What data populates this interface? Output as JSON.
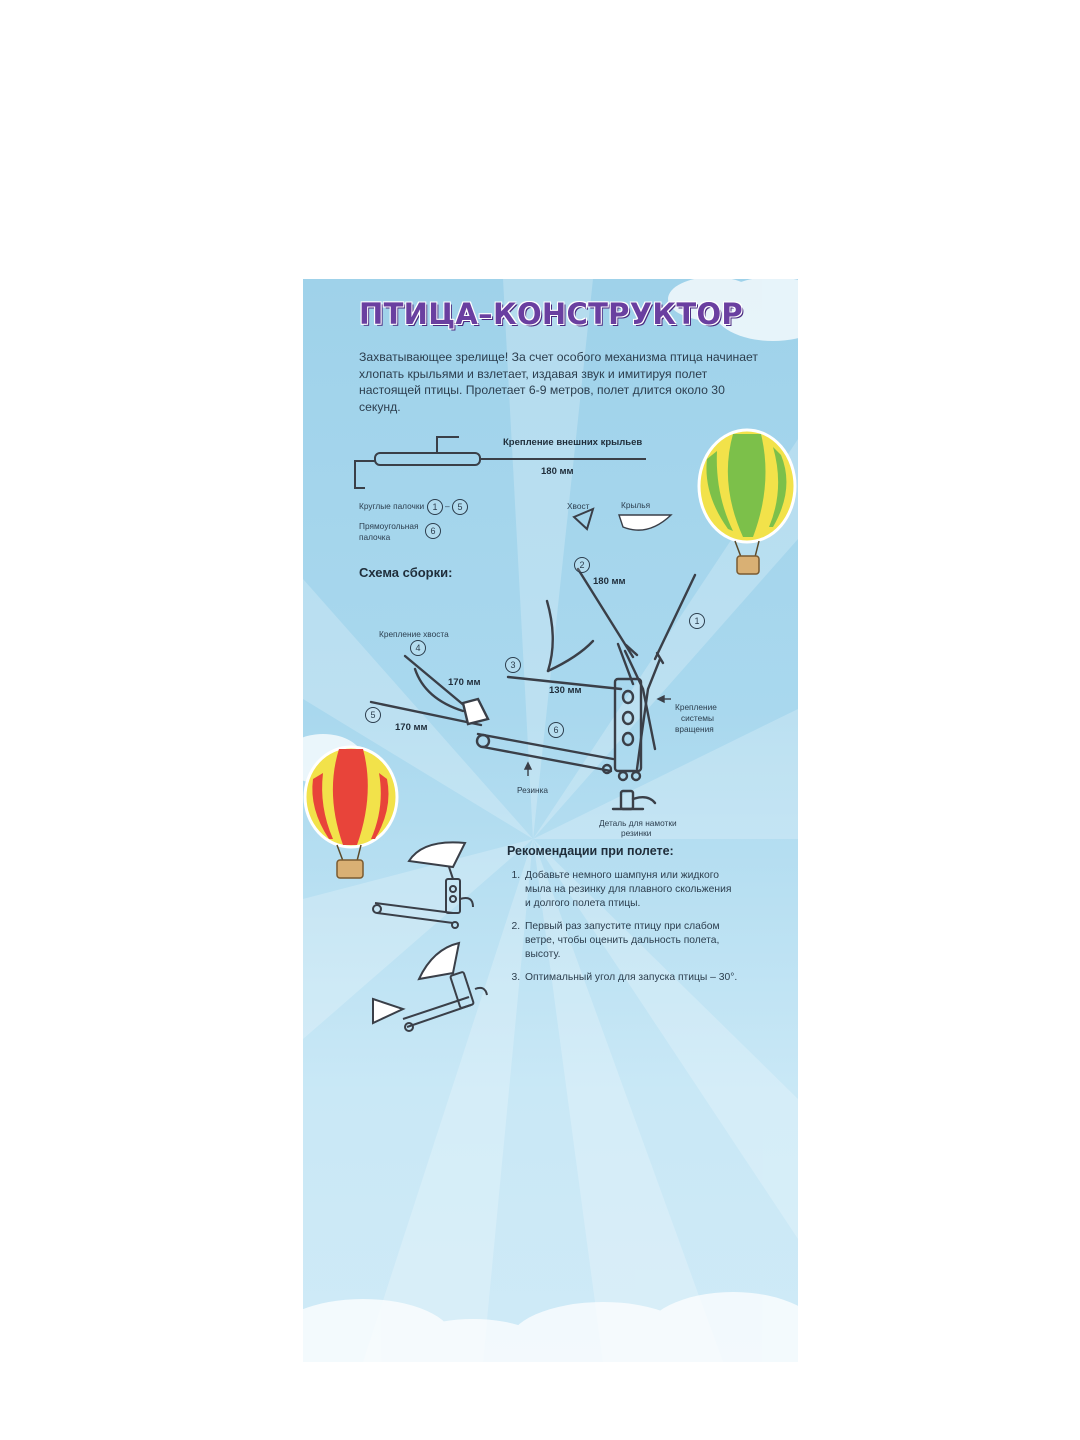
{
  "title": "ПТИЦА–КОНСТРУКТОР",
  "intro": "Захватывающее зрелище! За счет особого механизма птица начинает хлопать крыльями и взлетает, издавая звук и имитируя полет настоящей птицы. Пролетает 6-9 метров, полет длится около 30 секунд.",
  "parts": {
    "outer_wing_mount": "Крепление внешних крыльев",
    "len_180_top": "180 мм",
    "round_sticks": "Круглые палочки",
    "round_range_a": "1",
    "round_dash": "–",
    "round_range_b": "5",
    "rect_stick_1": "Прямоугольная",
    "rect_stick_2": "палочка",
    "rect_num": "6",
    "tail": "Хвост",
    "wings": "Крылья"
  },
  "assembly": {
    "heading": "Схема сборки:",
    "tail_mount": "Крепление хвоста",
    "len_180": "180 мм",
    "len_170_upper": "170 мм",
    "len_170_lower": "170 мм",
    "len_130": "130 мм",
    "rotation_mount_1": "Крепление",
    "rotation_mount_2": "системы",
    "rotation_mount_3": "вращения",
    "rubber": "Резинка",
    "winding_part_1": "Деталь для намотки",
    "winding_part_2": "резинки",
    "n1": "1",
    "n2": "2",
    "n3": "3",
    "n4": "4",
    "n5": "5",
    "n6": "6"
  },
  "recommendations": {
    "heading": "Рекомендации при полете:",
    "items": [
      "Добавьте немного шампуня или жидкого мыла на резинку для плавного скольжения и долгого полета птицы.",
      "Первый раз запустите птицу при слабом ветре, чтобы оценить дальность полета, высоту.",
      "Оптимальный угол для запуска птицы – 30°."
    ]
  },
  "colors": {
    "title": "#6a3fa0",
    "background": "#a9d8ee",
    "text": "#2c3e4e",
    "balloon_right": [
      "#f2e24a",
      "#7cc04a"
    ],
    "balloon_left": [
      "#f2e24a",
      "#e8443a"
    ]
  }
}
